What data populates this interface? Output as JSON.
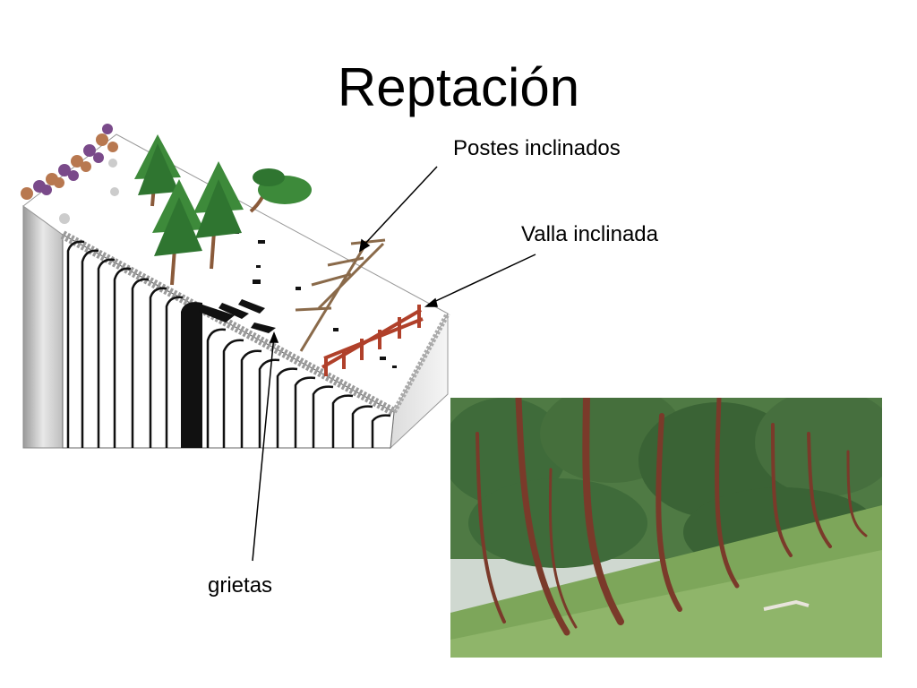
{
  "slide": {
    "title": "Reptación",
    "labels": {
      "postes": "Postes inclinados",
      "valla": "Valla inclinada",
      "grietas": "grietas"
    }
  },
  "colors": {
    "fence": "#b0402a",
    "tree_green": "#3d8a3a",
    "trunk": "#8a5a3a",
    "rock_purple": "#7a4a8a",
    "rock_brown": "#b87850",
    "photo_grass": "#7da65a",
    "photo_trunk": "#7a3a2a",
    "photo_foliage": "#3f6b3a"
  }
}
